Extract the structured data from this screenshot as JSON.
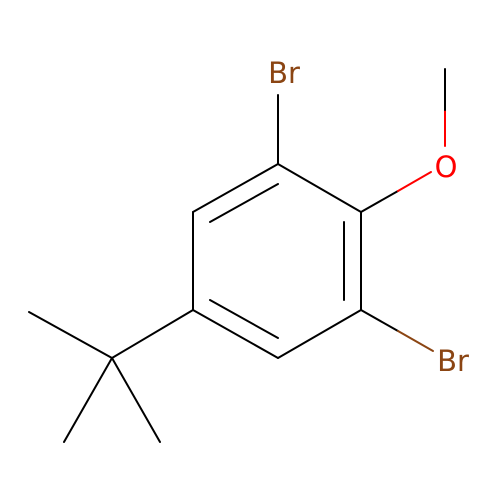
{
  "molecule": {
    "atoms": {
      "br_top": {
        "symbol": "Br",
        "color": "#8b4513"
      },
      "br_bottom": {
        "symbol": "Br",
        "color": "#8b4513"
      },
      "oxygen": {
        "symbol": "O",
        "color": "#ff0000"
      }
    },
    "bond_color": "#000000",
    "background": "#ffffff"
  }
}
